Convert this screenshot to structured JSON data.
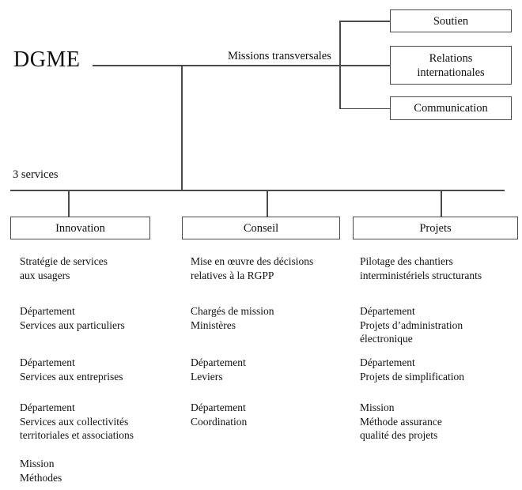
{
  "title": "DGME",
  "labels": {
    "missions_transversales": "Missions transversales",
    "services_count": "3 services"
  },
  "missions_transversales": {
    "boxes": [
      {
        "label": "Soutien"
      },
      {
        "label": "Relations\ninternationales"
      },
      {
        "label": "Communication"
      }
    ]
  },
  "services": [
    {
      "name": "Innovation",
      "items": [
        "Stratégie de services\naux usagers",
        "Département\nServices aux particuliers",
        "Département\nServices aux entreprises",
        "Département\nServices aux collectivités\nterritoriales et associations",
        "Mission\nMéthodes"
      ]
    },
    {
      "name": "Conseil",
      "items": [
        "Mise en œuvre des décisions\nrelatives à la RGPP",
        "Chargés de mission\nMinistères",
        "Département\nLeviers",
        "Département\nCoordination"
      ]
    },
    {
      "name": "Projets",
      "items": [
        "Pilotage des chantiers\ninterministériels structurants",
        "Département\nProjets d’administration\nélectronique",
        "Département\nProjets de simplification",
        "Mission\nMéthode assurance\nqualité des projets"
      ]
    }
  ],
  "colors": {
    "background": "#ffffff",
    "line": "#4a4a4a",
    "text": "#111111"
  }
}
